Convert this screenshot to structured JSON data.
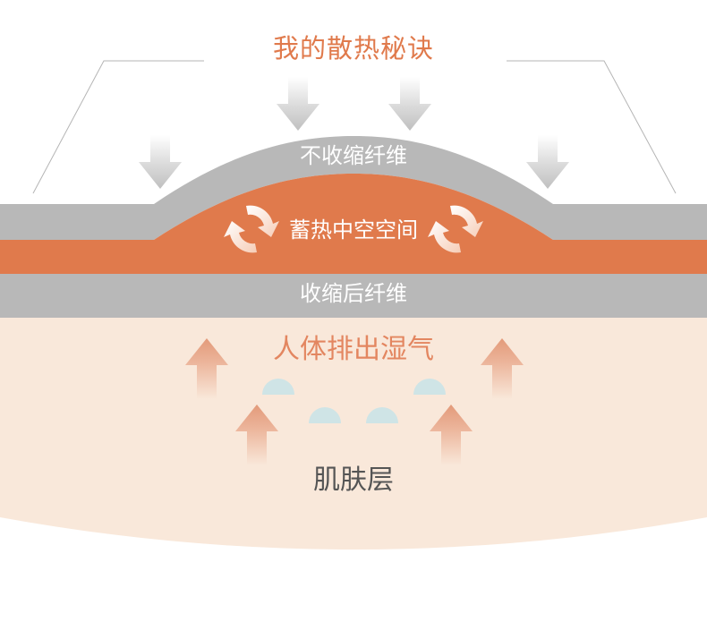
{
  "diagram": {
    "title": "我的散热秘诀",
    "layers": {
      "outer_fiber": "不收缩纤维",
      "hollow_space": "蓄热中空空间",
      "inner_fiber": "收缩后纤维",
      "moisture": "人体排出湿气",
      "skin": "肌肤层"
    },
    "icons": {
      "cool_air_arrow": "arrow-down-icon",
      "moisture_arrow": "arrow-up-icon",
      "circulation": "circular-arrows-icon",
      "droplet": "droplet-icon"
    },
    "colors": {
      "title": "#e07a4c",
      "fiber": "#b8b8b8",
      "hollow": "#e07a4c",
      "skin": "#f9e8da",
      "moisture_arrow": "#e8a88a",
      "droplet": "#cfe4e6"
    }
  }
}
